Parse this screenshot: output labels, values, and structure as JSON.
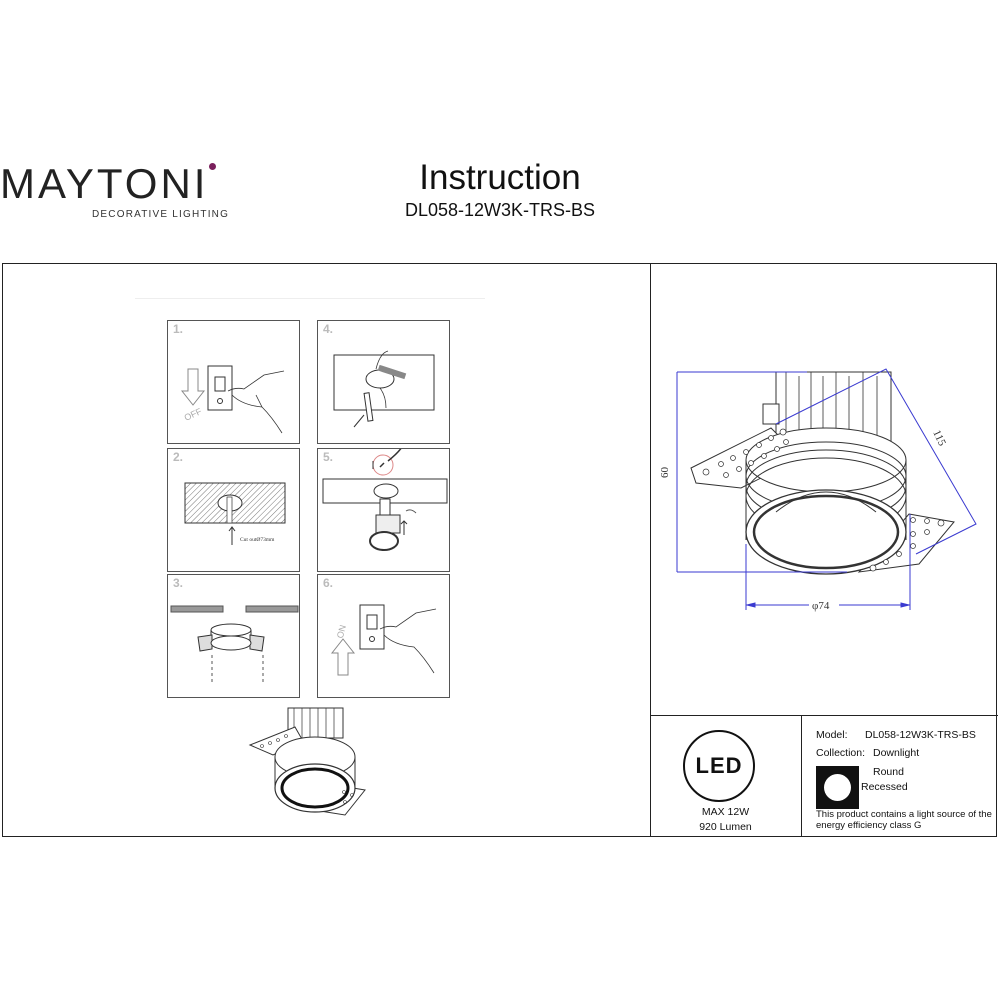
{
  "brand": {
    "name": "MAYTONI",
    "tagline": "DECORATIVE LIGHTING",
    "accent_color": "#7a1f5c"
  },
  "header": {
    "title": "Instruction",
    "model_code": "DL058-12W3K-TRS-BS"
  },
  "steps": [
    {
      "number": "1.",
      "icon": "switch-off",
      "label": "OFF"
    },
    {
      "number": "2.",
      "icon": "ceiling-cutout",
      "label": "Cut outØ73mm"
    },
    {
      "number": "3.",
      "icon": "insert-frame"
    },
    {
      "number": "4.",
      "icon": "plaster-ceiling"
    },
    {
      "number": "5.",
      "icon": "connect-and-install"
    },
    {
      "number": "6.",
      "icon": "switch-on",
      "label": "ON"
    }
  ],
  "dimensions": {
    "height": "60",
    "diagonal": "115",
    "diameter": "φ74",
    "line_color": "#3a3ad0"
  },
  "specs": {
    "led_label": "LED",
    "power": "MAX 12W",
    "lumen": "920 Lumen",
    "model_label": "Model:",
    "model_value": "DL058-12W3K-TRS-BS",
    "collection_label": "Collection:",
    "collection_value": "Downlight",
    "shape": "Round",
    "mounting": "Recessed",
    "energy_note_line1": "This product contains a light source of the",
    "energy_note_line2": "energy efficiency class G"
  }
}
